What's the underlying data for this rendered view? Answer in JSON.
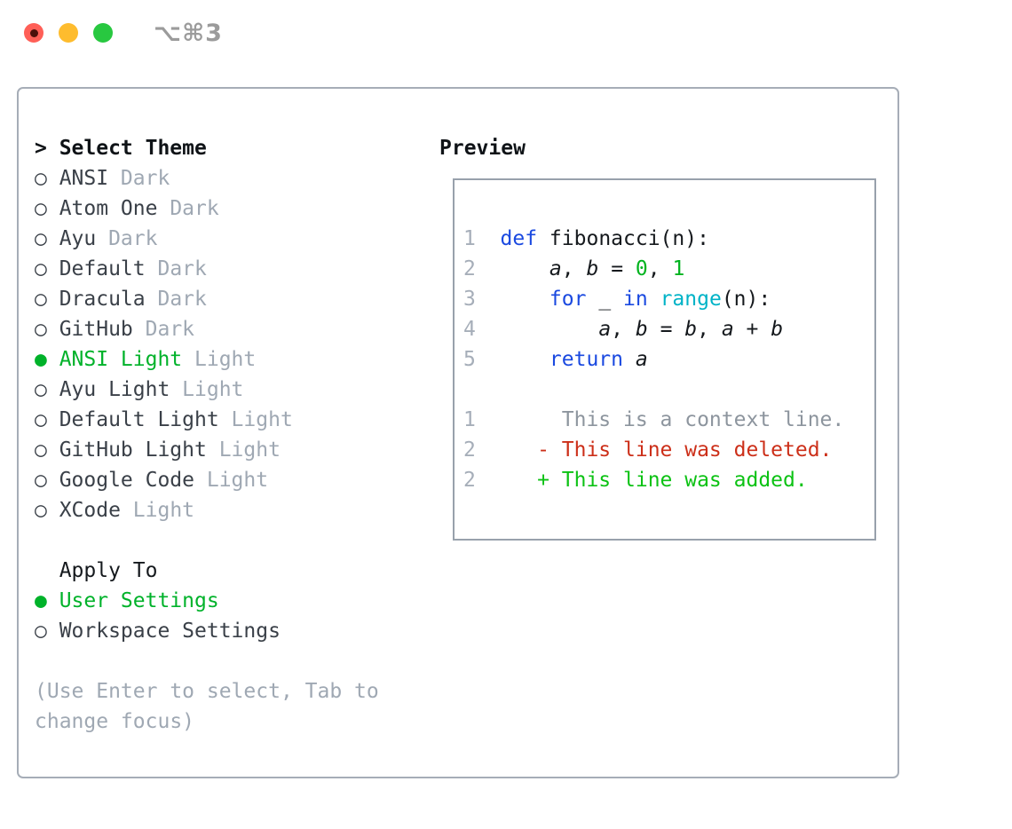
{
  "titlebar": {
    "shortcut": "⌥⌘3"
  },
  "radio": {
    "selected_glyph": "●",
    "unselected_glyph": "○"
  },
  "theme_section": {
    "header_prefix": ">",
    "header": "Select Theme",
    "items": [
      {
        "name": "ANSI",
        "variant": "Dark",
        "selected": false
      },
      {
        "name": "Atom One",
        "variant": "Dark",
        "selected": false
      },
      {
        "name": "Ayu",
        "variant": "Dark",
        "selected": false
      },
      {
        "name": "Default",
        "variant": "Dark",
        "selected": false
      },
      {
        "name": "Dracula",
        "variant": "Dark",
        "selected": false
      },
      {
        "name": "GitHub",
        "variant": "Dark",
        "selected": false
      },
      {
        "name": "ANSI Light",
        "variant": "Light",
        "selected": true
      },
      {
        "name": "Ayu Light",
        "variant": "Light",
        "selected": false
      },
      {
        "name": "Default Light",
        "variant": "Light",
        "selected": false
      },
      {
        "name": "GitHub Light",
        "variant": "Light",
        "selected": false
      },
      {
        "name": "Google Code",
        "variant": "Light",
        "selected": false
      },
      {
        "name": "XCode",
        "variant": "Light",
        "selected": false
      }
    ]
  },
  "apply_section": {
    "header": "Apply To",
    "items": [
      {
        "label": "User Settings",
        "selected": true
      },
      {
        "label": "Workspace Settings",
        "selected": false
      }
    ]
  },
  "help": {
    "line1": "(Use Enter to select, Tab to",
    "line2": "change focus)"
  },
  "preview": {
    "header": "Preview",
    "code_lines": [
      {
        "n": "1",
        "segments": [
          {
            "t": "def",
            "c": "kw"
          },
          {
            "t": " fibonacci(n):",
            "c": "pl"
          }
        ]
      },
      {
        "n": "2",
        "segments": [
          {
            "t": "    ",
            "c": "pl"
          },
          {
            "t": "a",
            "c": "va"
          },
          {
            "t": ", ",
            "c": "pl"
          },
          {
            "t": "b",
            "c": "va"
          },
          {
            "t": " = ",
            "c": "pl"
          },
          {
            "t": "0",
            "c": "nu"
          },
          {
            "t": ", ",
            "c": "pl"
          },
          {
            "t": "1",
            "c": "nu"
          }
        ]
      },
      {
        "n": "3",
        "segments": [
          {
            "t": "    ",
            "c": "pl"
          },
          {
            "t": "for",
            "c": "kw"
          },
          {
            "t": " _ ",
            "c": "pl"
          },
          {
            "t": "in",
            "c": "kw"
          },
          {
            "t": " ",
            "c": "pl"
          },
          {
            "t": "range",
            "c": "bi"
          },
          {
            "t": "(n):",
            "c": "pl"
          }
        ]
      },
      {
        "n": "4",
        "segments": [
          {
            "t": "        ",
            "c": "pl"
          },
          {
            "t": "a",
            "c": "va"
          },
          {
            "t": ", ",
            "c": "pl"
          },
          {
            "t": "b",
            "c": "va"
          },
          {
            "t": " = ",
            "c": "pl"
          },
          {
            "t": "b",
            "c": "va"
          },
          {
            "t": ", ",
            "c": "pl"
          },
          {
            "t": "a",
            "c": "va"
          },
          {
            "t": " + ",
            "c": "pl"
          },
          {
            "t": "b",
            "c": "va"
          }
        ]
      },
      {
        "n": "5",
        "segments": [
          {
            "t": "    ",
            "c": "pl"
          },
          {
            "t": "return",
            "c": "kw"
          },
          {
            "t": " ",
            "c": "pl"
          },
          {
            "t": "a",
            "c": "va"
          }
        ]
      }
    ],
    "diff_lines": [
      {
        "n": "1",
        "segments": [
          {
            "t": "     This is a context line.",
            "c": "gy"
          }
        ]
      },
      {
        "n": "2",
        "segments": [
          {
            "t": "   - This line was deleted.",
            "c": "rd"
          }
        ]
      },
      {
        "n": "2",
        "segments": [
          {
            "t": "   + This line was added.",
            "c": "gn"
          }
        ]
      }
    ]
  },
  "colors": {
    "accent_green": "#00b22a",
    "diff_added_green": "#0cc214",
    "diff_deleted_red": "#cc2f19",
    "keyword_blue": "#1a49e0",
    "builtin_cyan": "#00b3c7",
    "number_literal_green": "#00b31e",
    "muted_gray": "#9fa8b3",
    "traffic_red": "#ff5f57",
    "traffic_yellow": "#febc2e",
    "traffic_green": "#28c840"
  }
}
